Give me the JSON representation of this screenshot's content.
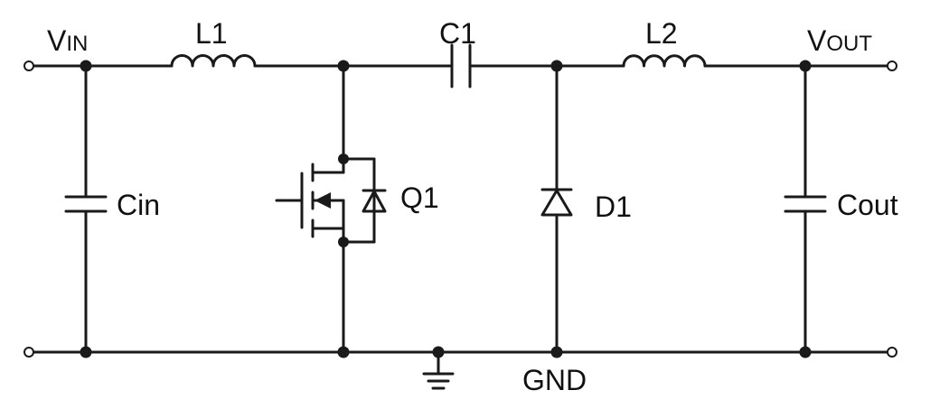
{
  "labels": {
    "vin": {
      "main": "V",
      "sub": "IN"
    },
    "vout": {
      "main": "V",
      "sub": "OUT"
    },
    "l1": "L1",
    "l2": "L2",
    "c1": "C1",
    "cin": "Cin",
    "cout": "Cout",
    "q1": "Q1",
    "d1": "D1",
    "gnd": "GND"
  }
}
